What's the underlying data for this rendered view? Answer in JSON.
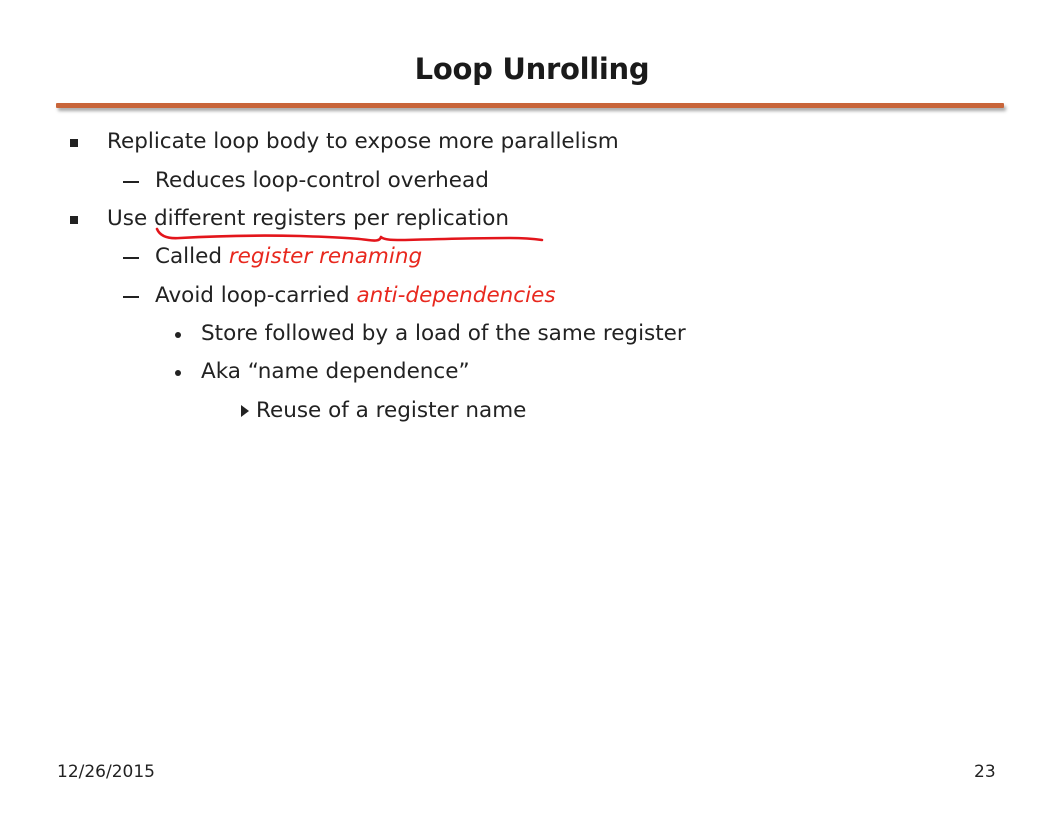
{
  "slide": {
    "title": "Loop Unrolling",
    "rule_color": "#c8653a",
    "emphasis_color": "#e8281e",
    "annotation_color": "#e3151b",
    "bullets": [
      {
        "level": 1,
        "marker": "square-bullet",
        "text": "Replicate loop body to expose more parallelism"
      },
      {
        "level": 2,
        "marker": "dash",
        "text": "Reduces loop-control overhead"
      },
      {
        "level": 1,
        "marker": "square-bullet",
        "text": "Use different registers per replication"
      },
      {
        "level": 2,
        "marker": "dash",
        "text": "Called ",
        "emphasis": "register renaming"
      },
      {
        "level": 2,
        "marker": "dash",
        "text": "Avoid loop-carried ",
        "emphasis": "anti-dependencies"
      },
      {
        "level": 3,
        "marker": "dot",
        "text": "Store followed by a load of the same register"
      },
      {
        "level": 3,
        "marker": "dot",
        "text": "Aka “name dependence”"
      },
      {
        "level": 4,
        "marker": "triangle",
        "text": "Reuse of a register name"
      }
    ],
    "footer": {
      "date": "12/26/2015",
      "page_number": "23"
    }
  }
}
